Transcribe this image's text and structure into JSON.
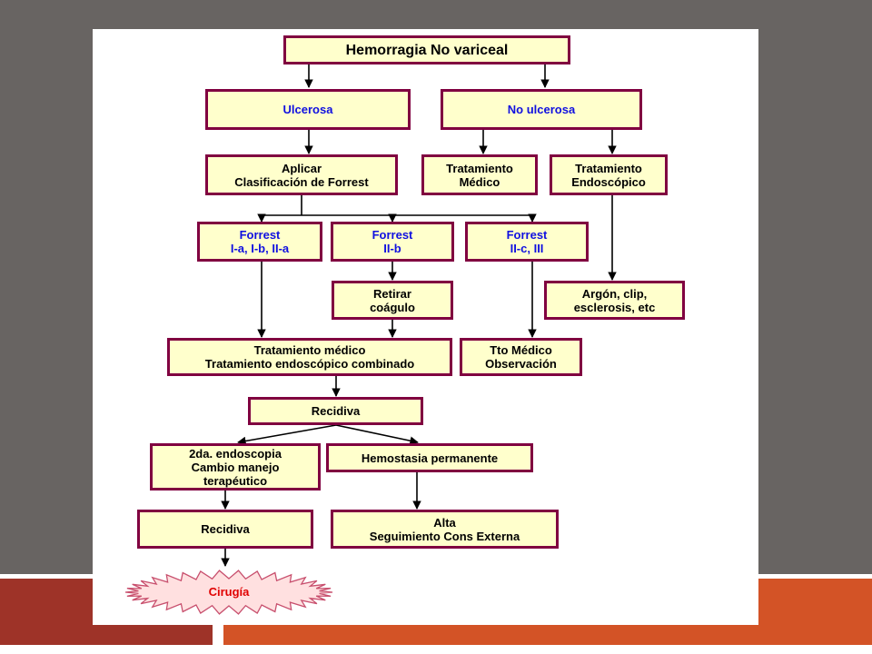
{
  "colors": {
    "slide_background": "#686462",
    "band_left": "#9E3328",
    "band_right": "#D35326",
    "box_fill": "#FFFFCC",
    "box_border": "#800040",
    "blue_text": "#1010E0",
    "surgery_text": "#E00000",
    "starburst_fill": "#FFE0E0",
    "starburst_stroke": "#C8506E"
  },
  "nodes": {
    "root": "Hemorragia No variceal",
    "ulcerosa": "Ulcerosa",
    "no_ulcerosa": "No ulcerosa",
    "aplicar": [
      "Aplicar",
      "Clasificación de Forrest"
    ],
    "trat_medico": [
      "Tratamiento",
      "Médico"
    ],
    "trat_endo": [
      "Tratamiento",
      "Endoscópico"
    ],
    "forrest_1": [
      "Forrest",
      "I-a, I-b, II-a"
    ],
    "forrest_2": [
      "Forrest",
      "II-b"
    ],
    "forrest_3": [
      "Forrest",
      "II-c, III"
    ],
    "retirar": [
      "Retirar",
      "coágulo"
    ],
    "argon": [
      "Argón, clip,",
      "esclerosis, etc"
    ],
    "trat_combinado": [
      "Tratamiento médico",
      "Tratamiento endoscópico combinado"
    ],
    "tto_medico_obs": [
      "Tto Médico",
      "Observación"
    ],
    "recidiva_1": "Recidiva",
    "segunda_endo": [
      "2da. endoscopia",
      "Cambio manejo",
      "terapéutico"
    ],
    "hemostasia": "Hemostasia permanente",
    "recidiva_2": "Recidiva",
    "alta": [
      "Alta",
      "Seguimiento Cons Externa"
    ],
    "cirugia": "Cirugía"
  }
}
